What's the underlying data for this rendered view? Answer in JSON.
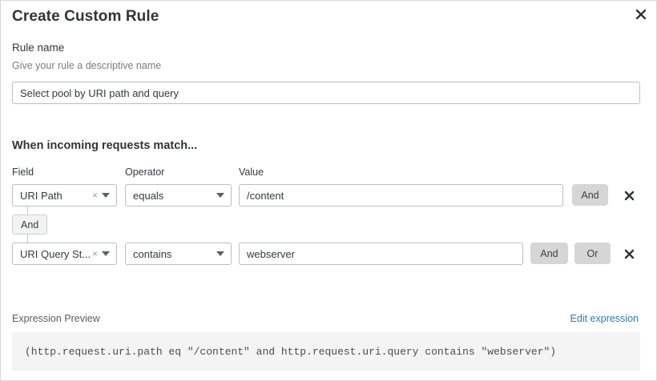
{
  "dialog": {
    "title": "Create Custom Rule",
    "close_icon": "close-icon"
  },
  "rule_name": {
    "label": "Rule name",
    "help": "Give your rule a descriptive name",
    "value": "Select pool by URI path and query",
    "placeholder": ""
  },
  "match_section": {
    "heading": "When incoming requests match...",
    "columns": {
      "field": "Field",
      "operator": "Operator",
      "value": "Value"
    },
    "rows": [
      {
        "field": "URI Path",
        "clear": "×",
        "operator": "equals",
        "value": "/content",
        "buttons": [
          "And"
        ],
        "delete": "✕"
      },
      {
        "field": "URI Query St...",
        "clear": "×",
        "operator": "contains",
        "value": "webserver",
        "buttons": [
          "And",
          "Or"
        ],
        "delete": "✕"
      }
    ],
    "connector": "And"
  },
  "expression": {
    "label": "Expression Preview",
    "edit_link": "Edit expression",
    "text": "(http.request.uri.path eq \"/content\" and http.request.uri.query contains \"webserver\")"
  },
  "colors": {
    "link": "#2c7cb0",
    "button_grey": "#d6d6d6",
    "border": "#bcbec0",
    "expression_bg": "#f4f4f4"
  }
}
